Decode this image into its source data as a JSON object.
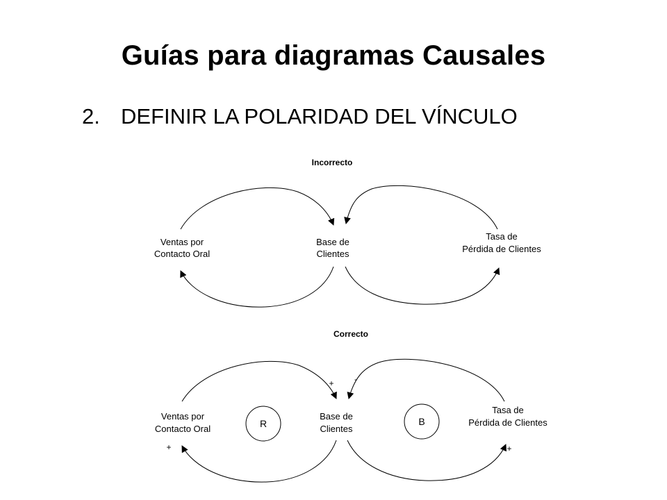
{
  "title": "Guías para diagramas Causales",
  "subtitle": {
    "number": "2.",
    "text": "DEFINIR LA POLARIDAD DEL VÍNCULO"
  },
  "incorrect": {
    "heading": "Incorrecto",
    "ventas": [
      "Ventas por",
      "Contacto Oral"
    ],
    "base": [
      "Base de",
      "Clientes"
    ],
    "tasa": [
      "Tasa de",
      "Pérdida de Clientes"
    ]
  },
  "correct": {
    "heading": "Correcto",
    "ventas": [
      "Ventas por",
      "Contacto Oral"
    ],
    "base": [
      "Base de",
      "Clientes"
    ],
    "tasa": [
      "Tasa de",
      "Pérdida de Clientes"
    ],
    "loop_left": "R",
    "loop_right": "B",
    "sign_ventas_to_base": "+",
    "sign_tasa_to_base": "-",
    "sign_base_to_ventas": "+",
    "sign_base_to_tasa": "+"
  }
}
